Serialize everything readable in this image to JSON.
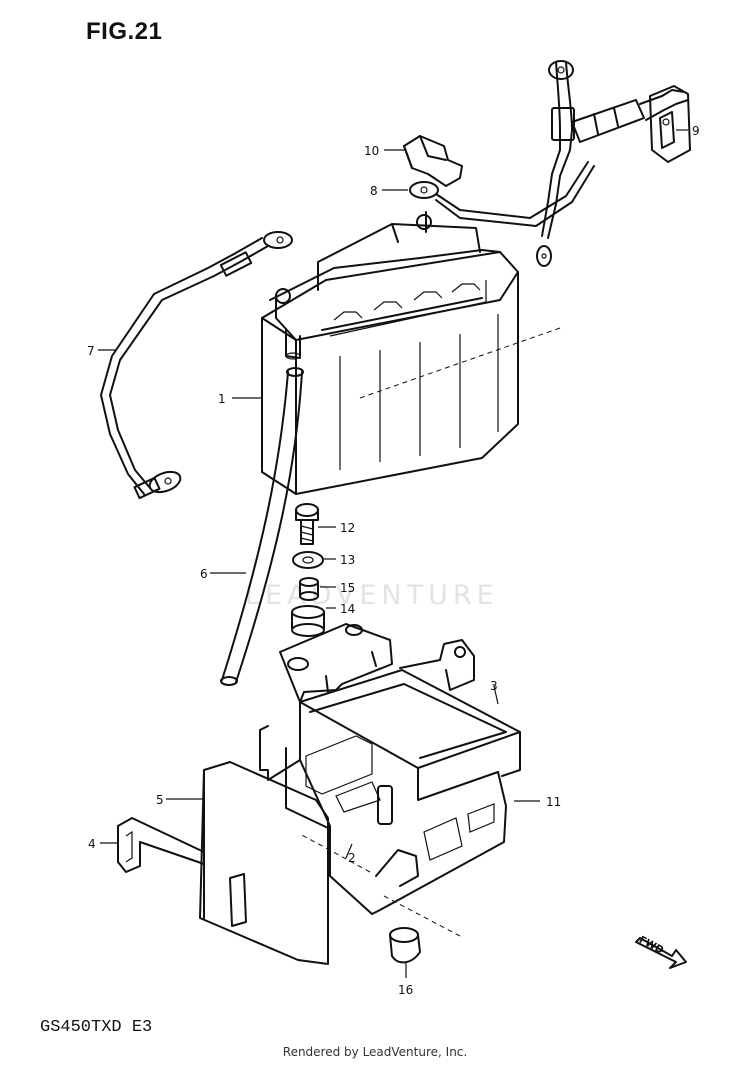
{
  "figure": {
    "title": "FIG.21",
    "model_code": "GS450TXD E3"
  },
  "watermark": {
    "text": "LEADVENTURE"
  },
  "footer": {
    "credit": "Rendered by LeadVenture, Inc."
  },
  "direction": {
    "label": "FWD"
  },
  "callouts": {
    "p1": "1",
    "p2": "2",
    "p3": "3",
    "p4": "4",
    "p5": "5",
    "p6": "6",
    "p7": "7",
    "p8": "8",
    "p9": "9",
    "p10": "10",
    "p11": "11",
    "p12": "12",
    "p13": "13",
    "p14": "14",
    "p15": "15",
    "p16": "16"
  }
}
